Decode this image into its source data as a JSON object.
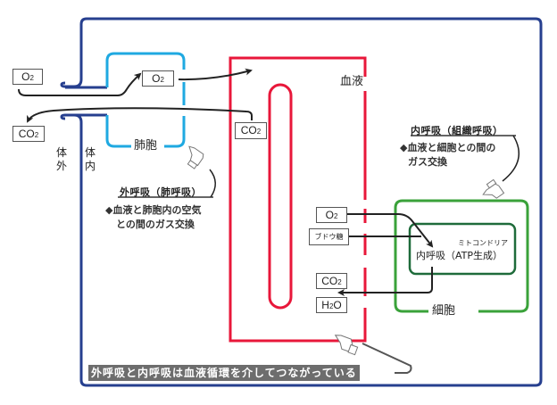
{
  "labels": {
    "outside_body": "体外",
    "inside_body": "体内",
    "alveolus": "肺胞",
    "blood": "血液",
    "cell": "細胞",
    "mitochondria": "ミトコンドリア",
    "internal_respiration_process": "内呼吸（ATP生成）"
  },
  "boxes": {
    "o2_outside": {
      "main": "O",
      "sub": "2"
    },
    "co2_outside": {
      "main": "CO",
      "sub": "2"
    },
    "o2_alveolus": {
      "main": "O",
      "sub": "2"
    },
    "co2_blood": {
      "main": "CO",
      "sub": "2"
    },
    "o2_blood": {
      "main": "O",
      "sub": "2"
    },
    "glucose": "ブドウ糖",
    "co2_cell": {
      "main": "CO",
      "sub": "2"
    },
    "h2o": {
      "pre": "H",
      "sub": "2",
      "post": "O"
    }
  },
  "external_respiration": {
    "heading": "外呼吸（肺呼吸）",
    "description_line1": "◆血液と肺胞内の空気",
    "description_line2": "との間のガス交換"
  },
  "internal_respiration": {
    "heading": "内呼吸（組織呼吸）",
    "description_line1": "◆血液と細胞との間の",
    "description_line2": "ガス交換"
  },
  "summary_banner": "外呼吸と内呼吸は血液循環を介してつながっている",
  "colors": {
    "body_outline": "#263f8f",
    "alveolus": "#1fa9e1",
    "blood": "#e8173a",
    "cell": "#3aa23a",
    "mitochondria": "#1e6b3a",
    "arrow": "#222222",
    "banner_bg": "#6d6d6d"
  }
}
